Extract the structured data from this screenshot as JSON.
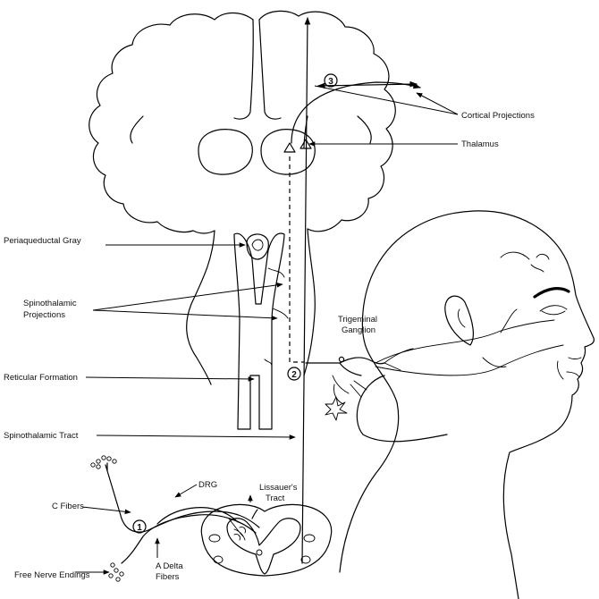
{
  "labels": {
    "periaqueductal_gray": "Periaqueductal Gray",
    "spinothalamic_projections_1": "Spinothalamic",
    "spinothalamic_projections_2": "Projections",
    "reticular_formation": "Reticular Formation",
    "spinothalamic_tract": "Spinothalamic Tract",
    "c_fibers": "C Fibers",
    "free_nerve_endings": "Free Nerve Endings",
    "drg": "DRG",
    "lissauers_tract_1": "Lissauer's",
    "lissauers_tract_2": "Tract",
    "a_delta_fibers_1": "A Delta",
    "a_delta_fibers_2": "Fibers",
    "cortical_projections": "Cortical Projections",
    "thalamus": "Thalamus",
    "trigeminal_ganglion_1": "Trigeminal",
    "trigeminal_ganglion_2": "Ganglion"
  },
  "markers": {
    "m1": "1",
    "m2": "2",
    "m3": "3"
  }
}
